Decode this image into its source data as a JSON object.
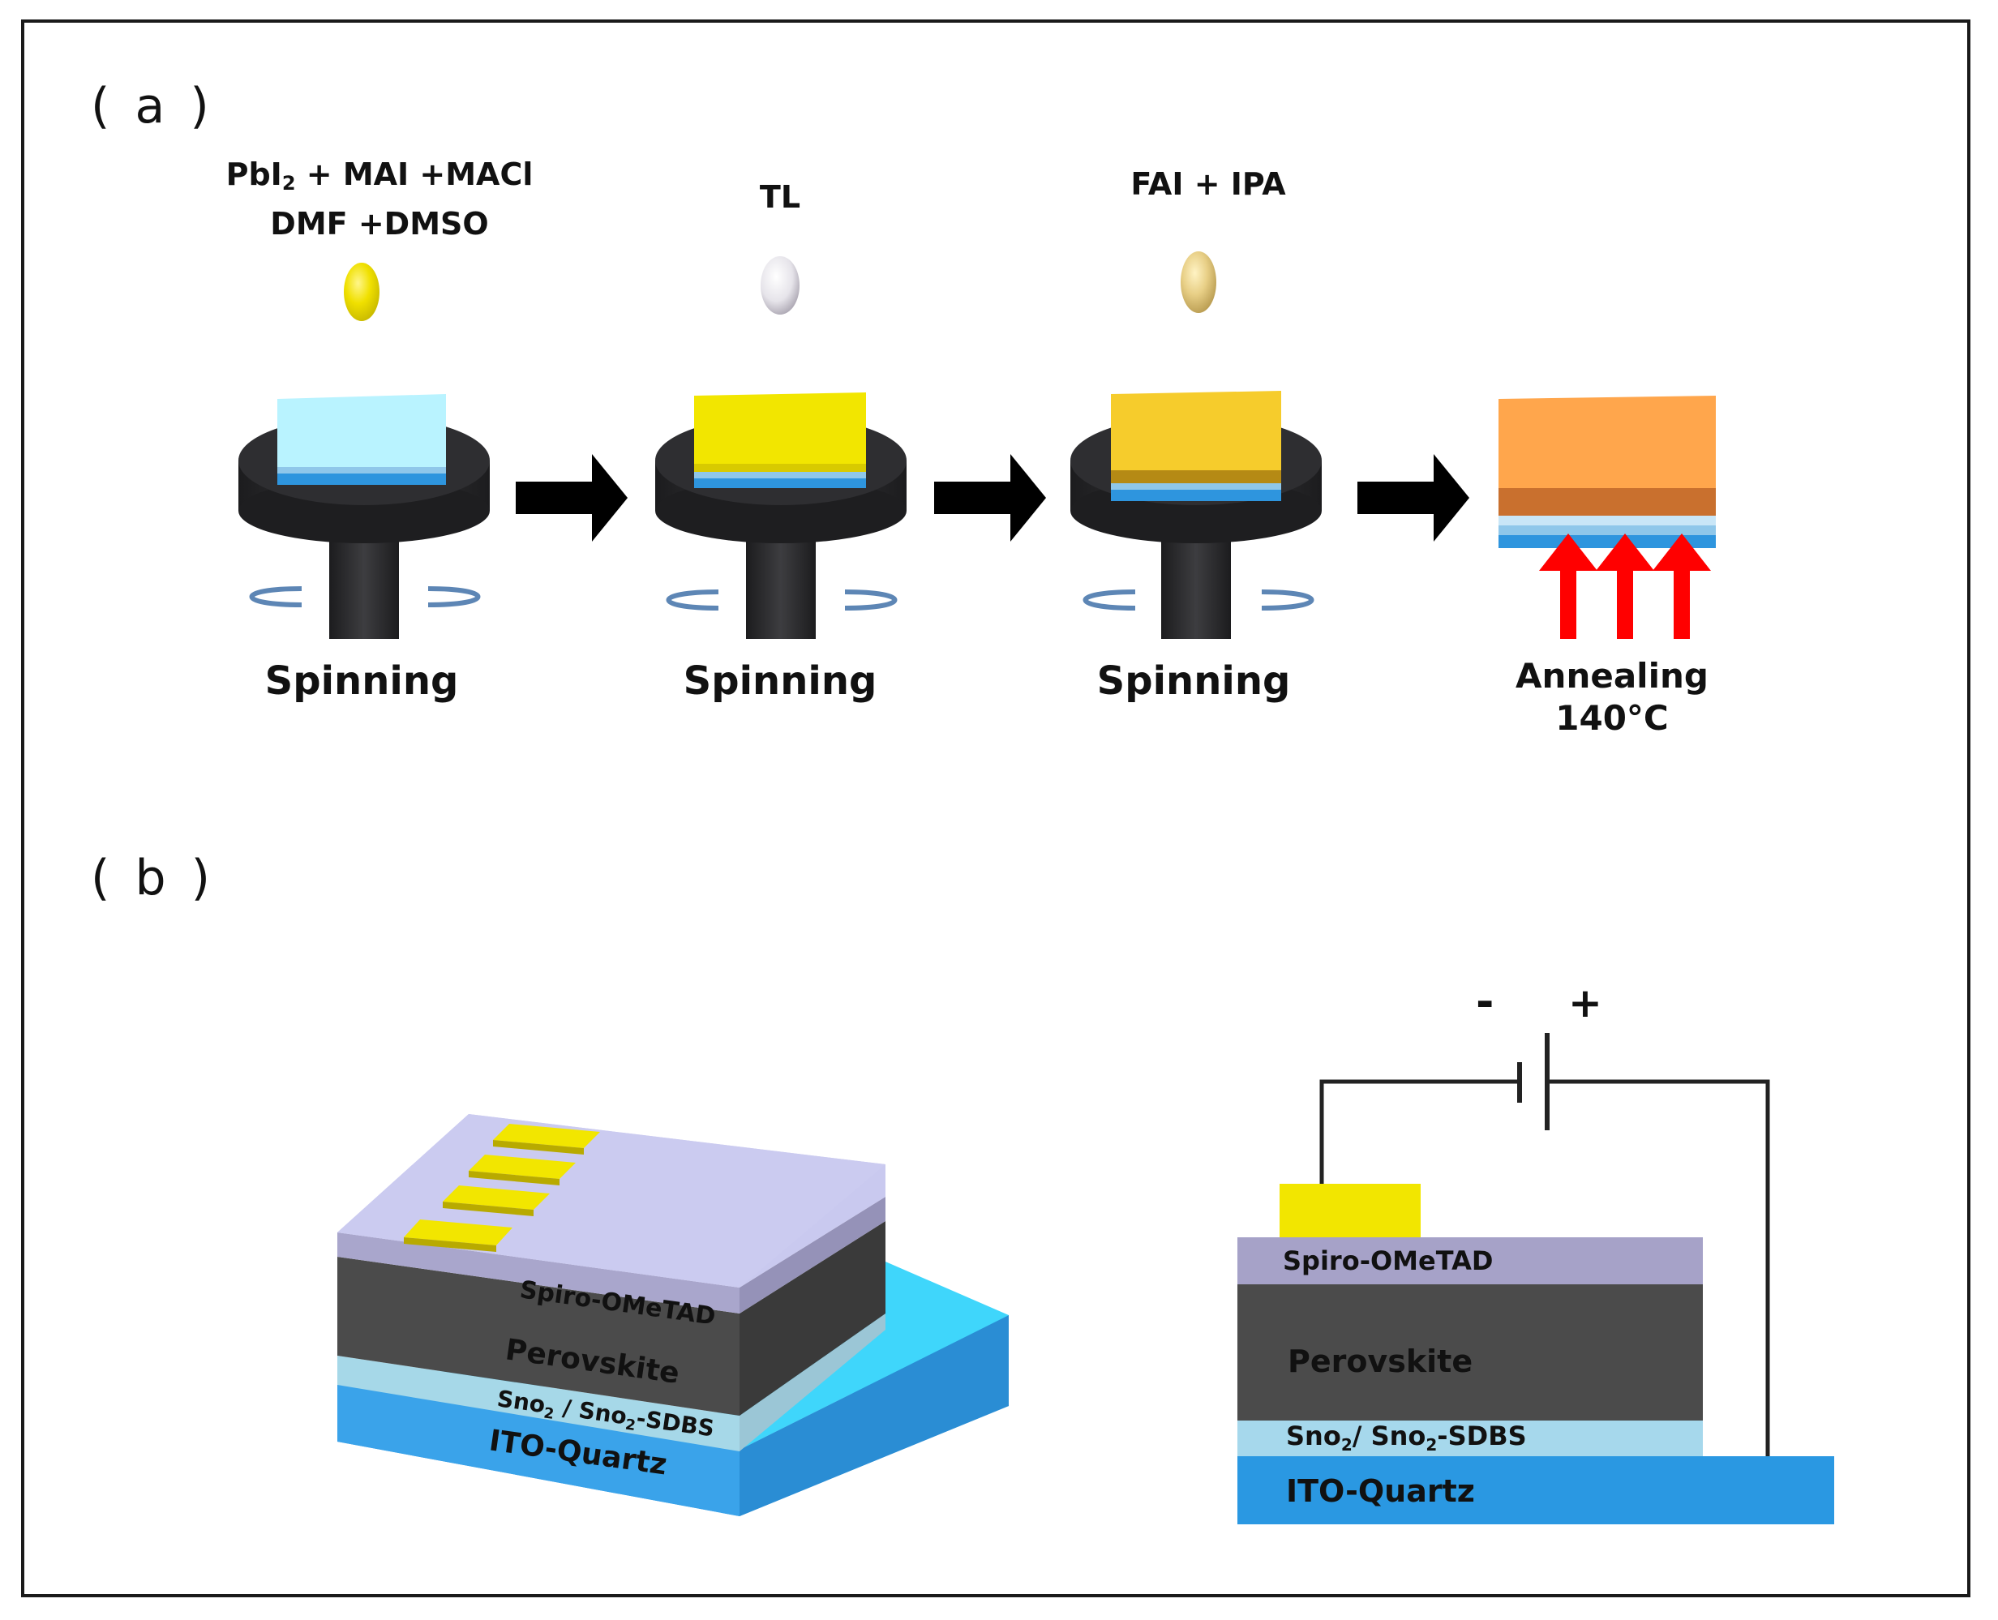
{
  "panels": {
    "a_label": "( a )",
    "b_label": "( b )"
  },
  "steps": [
    {
      "reagent_line1_pre": "PbI",
      "reagent_line1_sub": "2",
      "reagent_line1_post": " + MAI +MACl",
      "reagent_line2": "DMF +DMSO",
      "label": "Spinning"
    },
    {
      "reagent_line1": "TL",
      "label": "Spinning"
    },
    {
      "reagent_line1": "FAI + IPA",
      "label": "Spinning"
    },
    {
      "label_line1": "Annealing",
      "label_line2": "140°C"
    }
  ],
  "device_3d": {
    "spiro": "Spiro-OMeTAD",
    "perovskite": "Perovskite",
    "sno2_pre": "Sno",
    "sno2_sub": "2",
    "sno2_mid": " / Sno",
    "sno2_sub2": "2",
    "sno2_post": "-SDBS",
    "ito": "ITO-Quartz"
  },
  "device_side": {
    "spiro": "Spiro-OMeTAD",
    "perovskite": "Perovskite",
    "sno2_pre": "Sno",
    "sno2_sub": "2",
    "sno2_mid": "/ Sno",
    "sno2_sub2": "2",
    "sno2_post": "-SDBS",
    "ito": "ITO-Quartz",
    "minus": "-",
    "plus": "+"
  },
  "colors": {
    "substrate_light": "#b9f3ff",
    "precursor": "#f2e600",
    "intermediate": "#f6cc2c",
    "perovskite_orange": "#ffa64c",
    "perovskite_dark": "#4a4a4a",
    "spiro": "#c9c9ef",
    "ito": "#2e95de",
    "gold": "#f2e600",
    "heat_arrow": "#ff0000"
  }
}
